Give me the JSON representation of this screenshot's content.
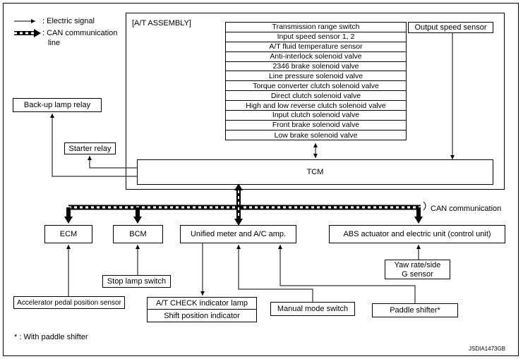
{
  "legend": {
    "electric": ": Electric signal",
    "can_line1": ": CAN communication",
    "can_line2": "line"
  },
  "assembly": {
    "label": "[A/T ASSEMBLY]",
    "components": [
      "Transmission range switch",
      "Input speed sensor 1, 2",
      "A/T fluid temperature sensor",
      "Anti-interlock solenoid valve",
      "2346 brake solenoid valve",
      "Line pressure solenoid valve",
      "Torque converter clutch solenoid valve",
      "Direct clutch solenoid valve",
      "High and low reverse clutch solenoid valve",
      "Input clutch solenoid valve",
      "Front brake solenoid valve",
      "Low brake solenoid valve"
    ],
    "output_speed_sensor": "Output speed sensor",
    "tcm": "TCM"
  },
  "relays": {
    "backup": "Back-up lamp relay",
    "starter": "Starter relay"
  },
  "can_label": "CAN communication",
  "units": {
    "ecm": "ECM",
    "bcm": "BCM",
    "meter": "Unified meter and A/C amp.",
    "abs": "ABS actuator and electric unit (control unit)"
  },
  "inputs": {
    "accel": "Accelerator pedal position sensor",
    "stop_lamp": "Stop lamp switch",
    "indicator_top": "A/T CHECK indicator lamp",
    "indicator_bottom": "Shift position indicator",
    "manual_mode": "Manual mode switch",
    "paddle": "Paddle shifter*",
    "yaw_line1": "Yaw rate/side",
    "yaw_line2": "G sensor"
  },
  "footnote": "* : With paddle shifter",
  "code": "JSDIA1473GB"
}
